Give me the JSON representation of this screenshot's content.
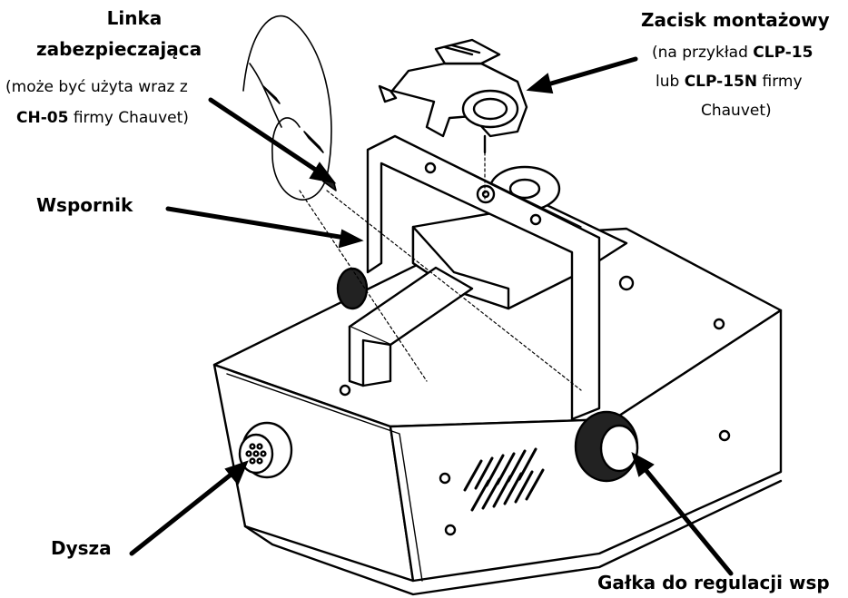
{
  "labels": {
    "linka": {
      "title_1": "Linka",
      "title_2": "zabezpieczająca",
      "note_1": "(może być użyta wraz z",
      "note_2_model": "CH-05",
      "note_2_rest": " firmy Chauvet)"
    },
    "zacisk": {
      "title": "Zacisk montażowy",
      "note_1_pre": "(na przykład ",
      "note_1_model": "CLP-15",
      "note_2_pre": "lub ",
      "note_2_model": "CLP-15N",
      "note_2_post": " firmy",
      "note_3": "Chauvet)"
    },
    "wspornik": "Wspornik",
    "dysza": "Dysza",
    "galka": "Gałka do regulacji wsp"
  },
  "colors": {
    "line": "#000000",
    "background": "#ffffff"
  }
}
